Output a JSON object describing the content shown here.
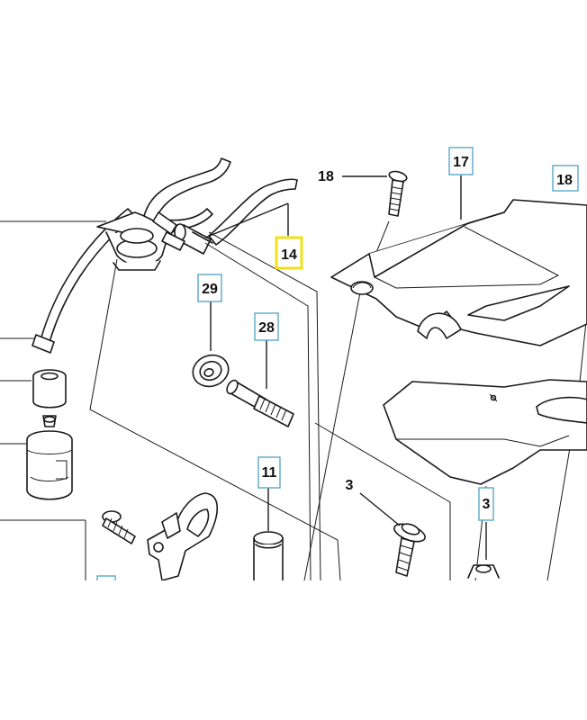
{
  "callouts": {
    "c14": "14",
    "c17": "17",
    "c18a": "18",
    "c18b": "18",
    "c29": "29",
    "c28": "28",
    "c11": "11",
    "c3a": "3",
    "c3b": "3"
  },
  "colors": {
    "callout_border": "#5aa9c9",
    "highlight_border": "#f2e019",
    "line": "#1a1a1a"
  }
}
